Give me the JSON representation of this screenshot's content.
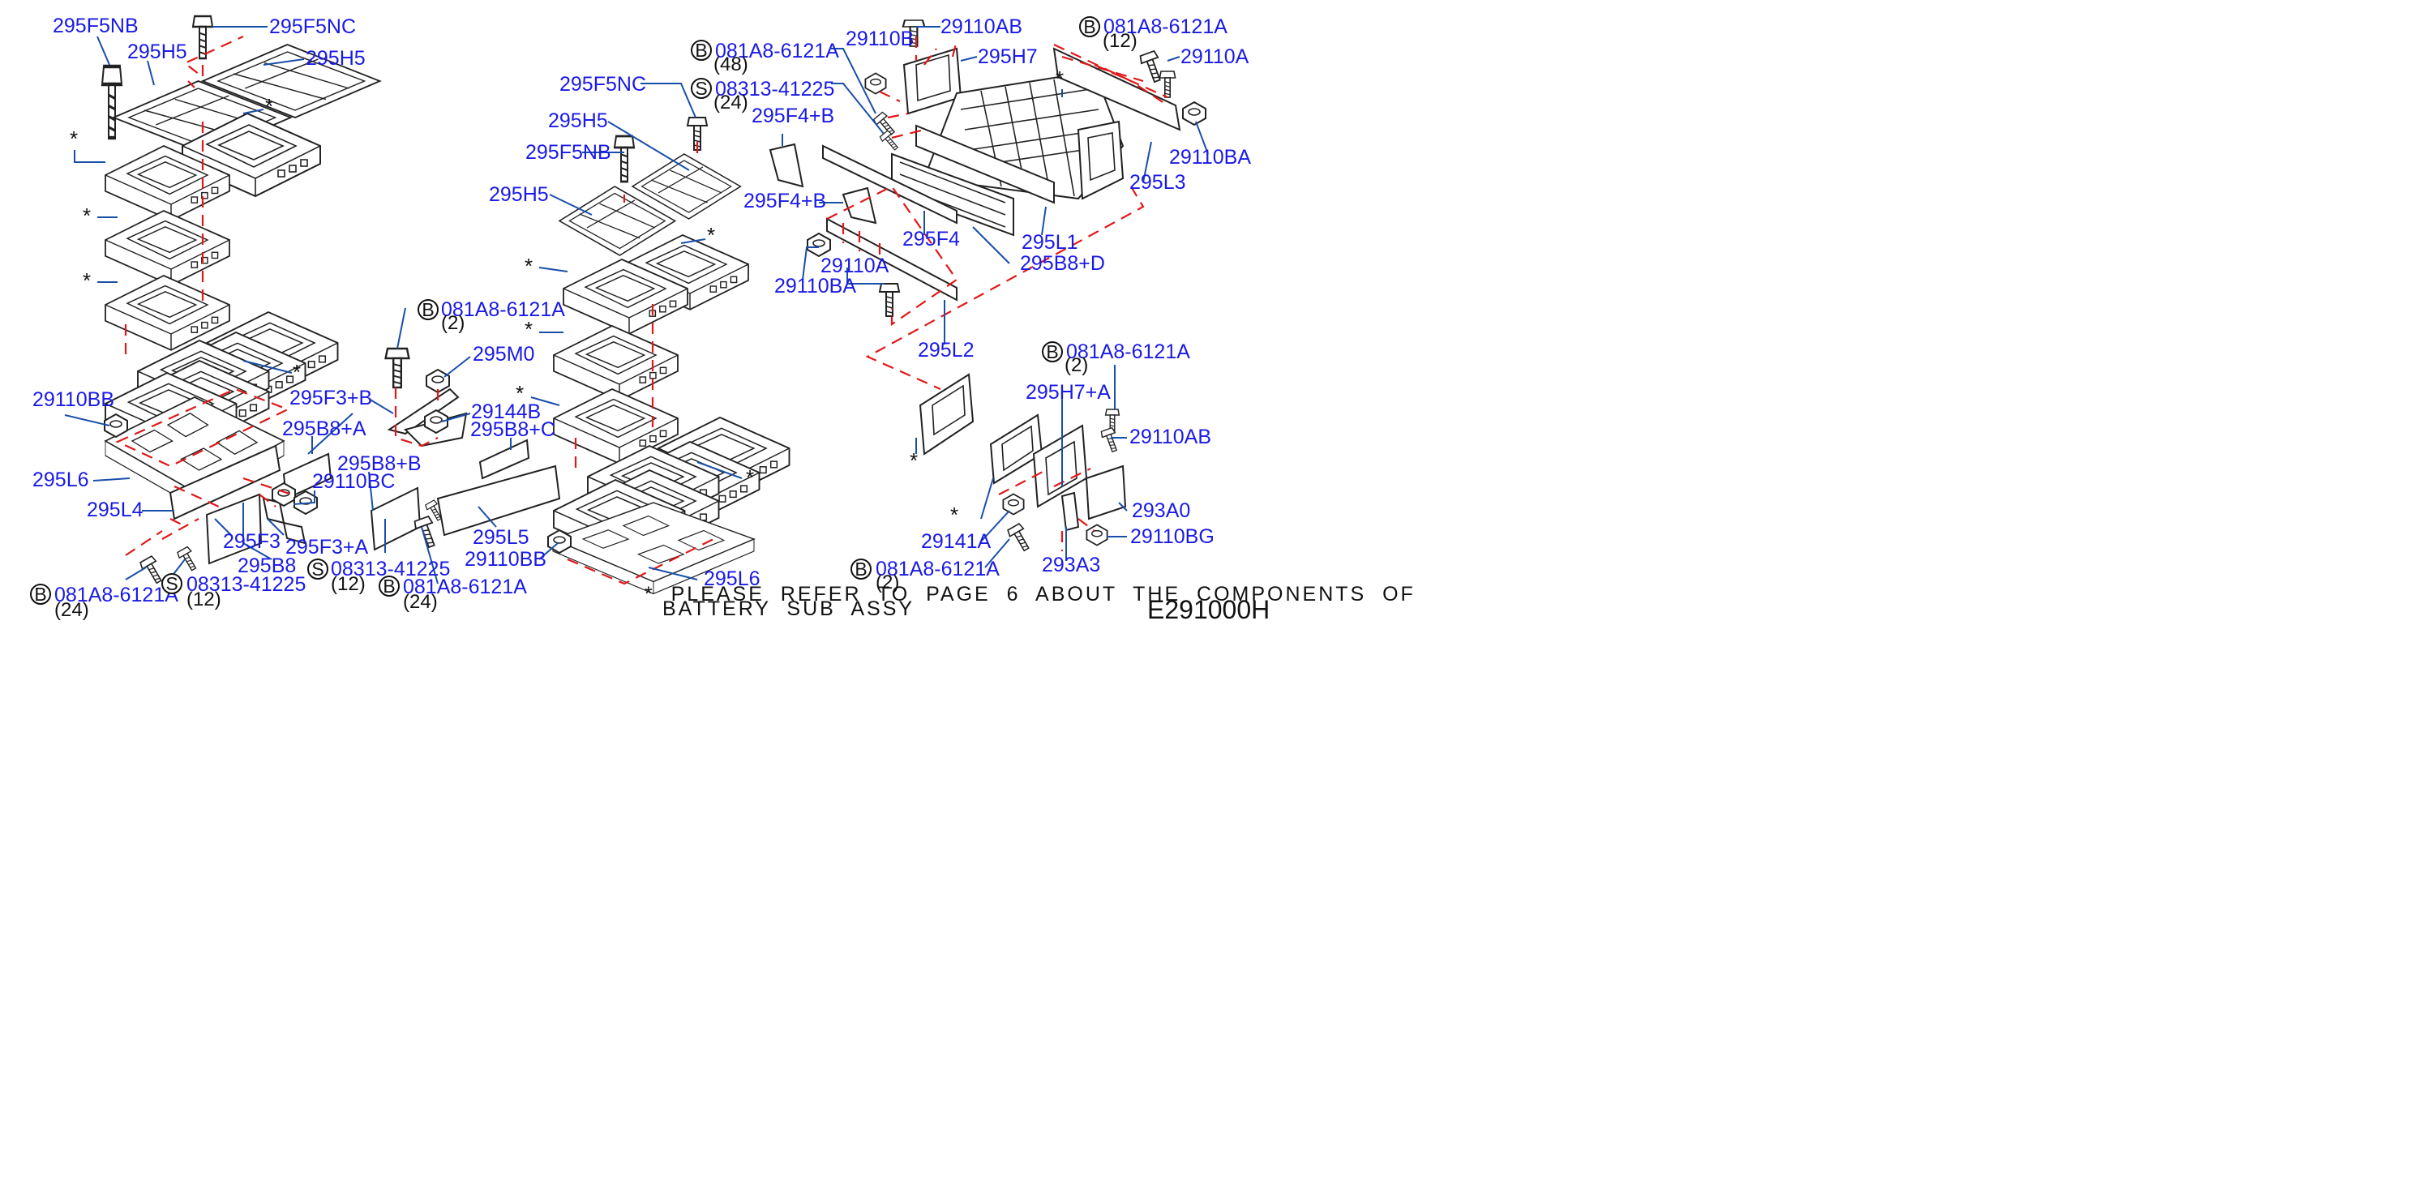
{
  "parts": {
    "p_295F5NB_a": "295F5NB",
    "p_295F5NC_a": "295F5NC",
    "p_295H5_a1": "295H5",
    "p_295H5_a2": "295H5",
    "p_29110BB_a": "29110BB",
    "p_295F3B_a": "295F3+B",
    "p_295B8A": "295B8+A",
    "p_295L6_a": "295L6",
    "p_295L4": "295L4",
    "p_295B8B": "295B8+B",
    "p_29110BC": "29110BC",
    "p_295F3": "295F3",
    "p_295F3A": "295F3+A",
    "p_295B8": "295B8",
    "p_295M0": "295M0",
    "p_29144B": "29144B",
    "p_295B8C": "295B8+C",
    "p_295L5": "295L5",
    "p_29110BB_b": "29110BB",
    "p_295L6_b": "295L6",
    "p_295F5NC_b": "295F5NC",
    "p_295H5_b1": "295H5",
    "p_295F5NB_b": "295F5NB",
    "p_295H5_b2": "295H5",
    "p_295F4B_1": "295F4+B",
    "p_295F4B_2": "295F4+B",
    "p_29110B": "29110B",
    "p_29110AB_a": "29110AB",
    "p_295H7": "295H7",
    "p_29110A_a": "29110A",
    "p_29110BA_a": "29110BA",
    "p_295L3": "295L3",
    "p_295L1": "295L1",
    "p_295F4": "295F4",
    "p_295B8D": "295B8+D",
    "p_29110BA_b": "29110BA",
    "p_29110A_b": "29110A",
    "p_295L2": "295L2",
    "p_295H7A": "295H7+A",
    "p_29110AB_b": "29110AB",
    "p_293A0": "293A0",
    "p_29141A": "29141A",
    "p_29110BG": "29110BG",
    "p_293A3": "293A3"
  },
  "std_parts": {
    "s1_sym": "B",
    "s1_num": "081A8-6121A",
    "s1_qty": "(24)",
    "s2_sym": "S",
    "s2_num": "08313-41225",
    "s2_qty": "(12)",
    "s3_sym": "S",
    "s3_num": "08313-41225",
    "s3_qty": "(12)",
    "s4_sym": "B",
    "s4_num": "081A8-6121A",
    "s4_qty": "(24)",
    "s5_sym": "B",
    "s5_num": "081A8-6121A",
    "s5_qty": "(2)",
    "s6_sym": "B",
    "s6_num": "081A8-6121A",
    "s6_qty": "(48)",
    "s7_sym": "S",
    "s7_num": "08313-41225",
    "s7_qty": "(24)",
    "s8_sym": "B",
    "s8_num": "081A8-6121A",
    "s8_qty": "(12)",
    "s9_sym": "B",
    "s9_num": "081A8-6121A",
    "s9_qty": "(2)",
    "s10_sym": "B",
    "s10_num": "081A8-6121A",
    "s10_qty": "(2)"
  },
  "asterisk": "*",
  "note": {
    "line1": "*  PLEASE  REFER  TO  PAGE  6  ABOUT  THE  COMPONENTS  OF",
    "line2": "BATTERY  SUB  ASSY"
  },
  "drawing_code": "E291000H"
}
